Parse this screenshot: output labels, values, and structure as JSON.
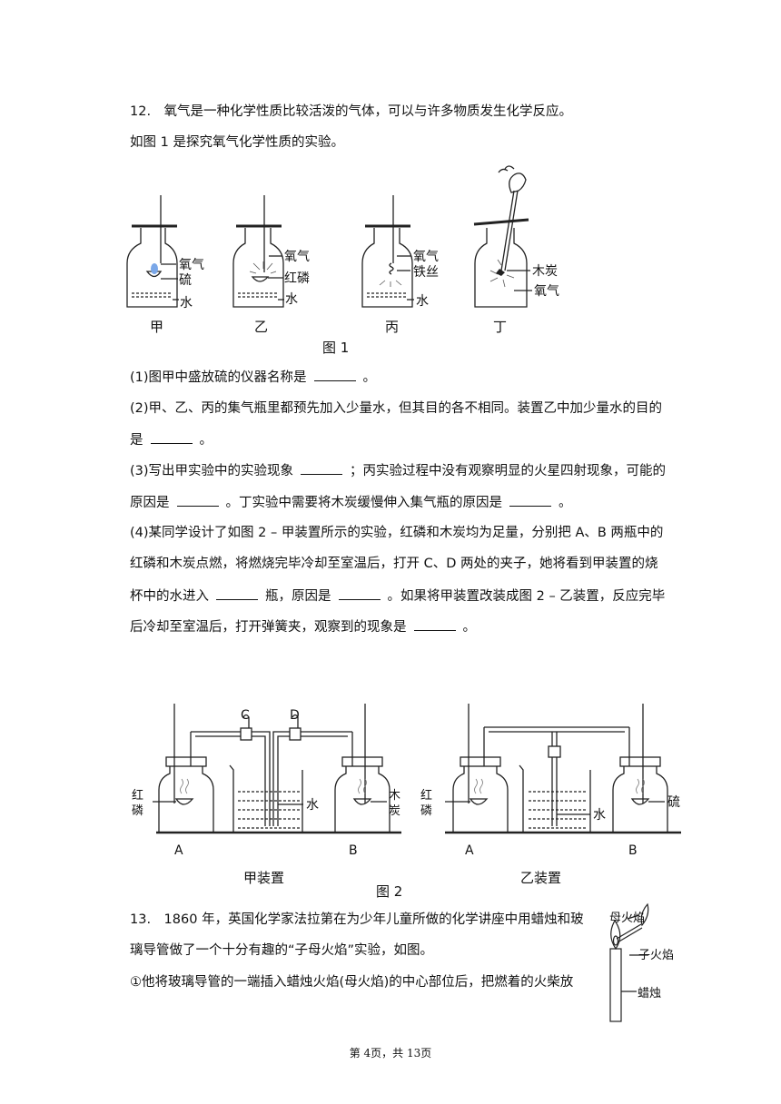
{
  "q12": {
    "intro1": "12.　氧气是一种化学性质比较活泼的气体，可以与许多物质发生化学反应。",
    "intro2": "如图 1 是探究氧气化学性质的实验。",
    "p1": "(1)图甲中盛放硫的仪器名称是",
    "p1_end": "。",
    "p2a": "(2)甲、乙、丙的集气瓶里都预先加入少量水，但其目的各不相同。装置乙中加少量水的目的",
    "p2b": "是",
    "p2b_end": "。",
    "p3a": "(3)写出甲实验中的实验现象",
    "p3a_mid": "；丙实验过程中没有观察明显的火星四射现象，可能的",
    "p3b": "原因是",
    "p3b_mid": "。丁实验中需要将木炭缓慢伸入集气瓶的原因是",
    "p3b_end": "。",
    "p4a": "(4)某同学设计了如图 2 – 甲装置所示的实验，红磷和木炭均为足量，分别把 A、B 两瓶中的",
    "p4b": "红磷和木炭点燃，将燃烧完毕冷却至室温后，打开 C、D 两处的夹子，她将看到甲装置的烧",
    "p4c": "杯中的水进入",
    "p4c_mid1": "瓶，原因是",
    "p4c_mid2": "。如果将甲装置改装成图 2 – 乙装置，反应完毕",
    "p4d": "后冷却至室温后，打开弹簧夹，观察到的现象是",
    "p4d_end": "。"
  },
  "fig1": {
    "caption": "图 1",
    "jia": {
      "label": "甲",
      "oxygen": "氧气",
      "sulfur": "硫",
      "water": "水"
    },
    "yi": {
      "label": "乙",
      "oxygen": "氧气",
      "phosphorus": "红磷",
      "water": "水"
    },
    "bing": {
      "label": "丙",
      "oxygen": "氧气",
      "wire": "铁丝",
      "water": "水"
    },
    "ding": {
      "label": "丁",
      "charcoal": "木炭",
      "oxygen": "氧气"
    }
  },
  "fig2": {
    "caption": "图 2",
    "jia": {
      "name": "甲装置",
      "bottle_a": "A",
      "bottle_b": "B",
      "clip_c": "C",
      "clip_d": "D",
      "phosphorus": "红磷",
      "charcoal": "木炭",
      "water": "水"
    },
    "yi": {
      "name": "乙装置",
      "bottle_a": "A",
      "bottle_b": "B",
      "phosphorus": "红磷",
      "sulfur": "硫",
      "water": "水"
    }
  },
  "q13": {
    "line1": "13.　1860 年，英国化学家法拉第在为少年儿童所做的化学讲座中用蜡烛和玻",
    "line2": "璃导管做了一个十分有趣的“子母火焰”实验，如图。",
    "line3": "①他将玻璃导管的一端插入蜡烛火焰(母火焰)的中心部位后，把燃着的火柴放",
    "mother": "母火焰",
    "child": "子火焰",
    "candle": "蜡烛"
  },
  "footer": "第 4页，共 13页"
}
